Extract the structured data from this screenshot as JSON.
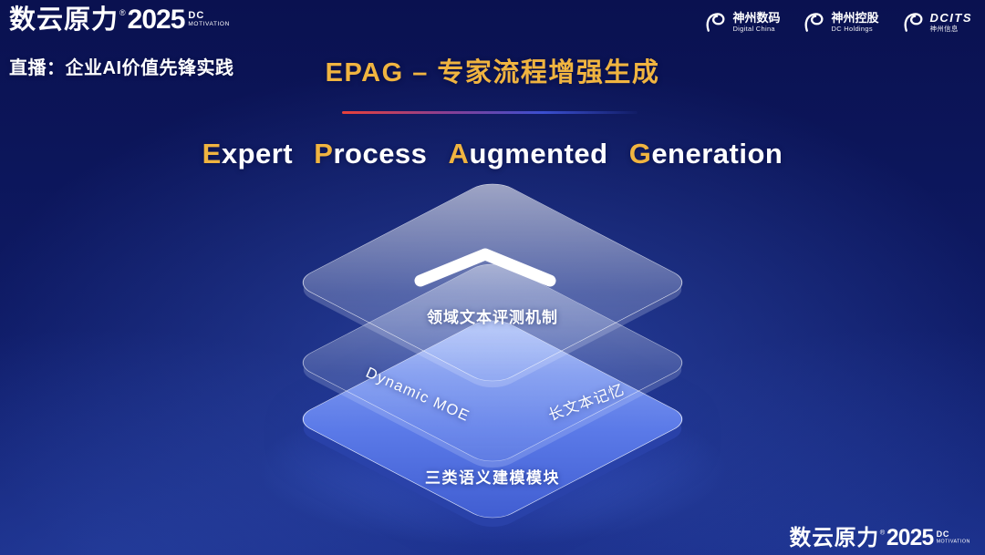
{
  "brand": {
    "name": "数云原力",
    "reg": "®",
    "year": "2025",
    "dc": "DC",
    "motivation": "MOTIVATION"
  },
  "live_banner": "直播：企业AI价值先锋实践",
  "header": {
    "title": "EPAG – 专家流程增强生成",
    "subtitle_words": [
      {
        "first": "E",
        "rest": "xpert"
      },
      {
        "first": "P",
        "rest": "rocess"
      },
      {
        "first": "A",
        "rest": "ugmented"
      },
      {
        "first": "G",
        "rest": "eneration"
      }
    ]
  },
  "partners": [
    {
      "name": "神州数码",
      "subtitle": "Digital China"
    },
    {
      "name": "神州控股",
      "subtitle": "DC Holdings"
    },
    {
      "name": "DCITS",
      "subtitle": "神州信息"
    }
  ],
  "diagram": {
    "top_layer": {
      "icon": "chevron-up",
      "label": "领域文本评测机制"
    },
    "middle_layer": {
      "left_label": "Dynamic MOE",
      "right_label": "长文本记忆"
    },
    "bottom_layer": {
      "label": "三类语义建模模块"
    }
  },
  "colors": {
    "accent_gold": "#F0B440",
    "divider_red": "#E8413A",
    "divider_blue": "#3B4FD0",
    "layer_blue": "#5B7AE8",
    "background": "#0E1A64"
  }
}
